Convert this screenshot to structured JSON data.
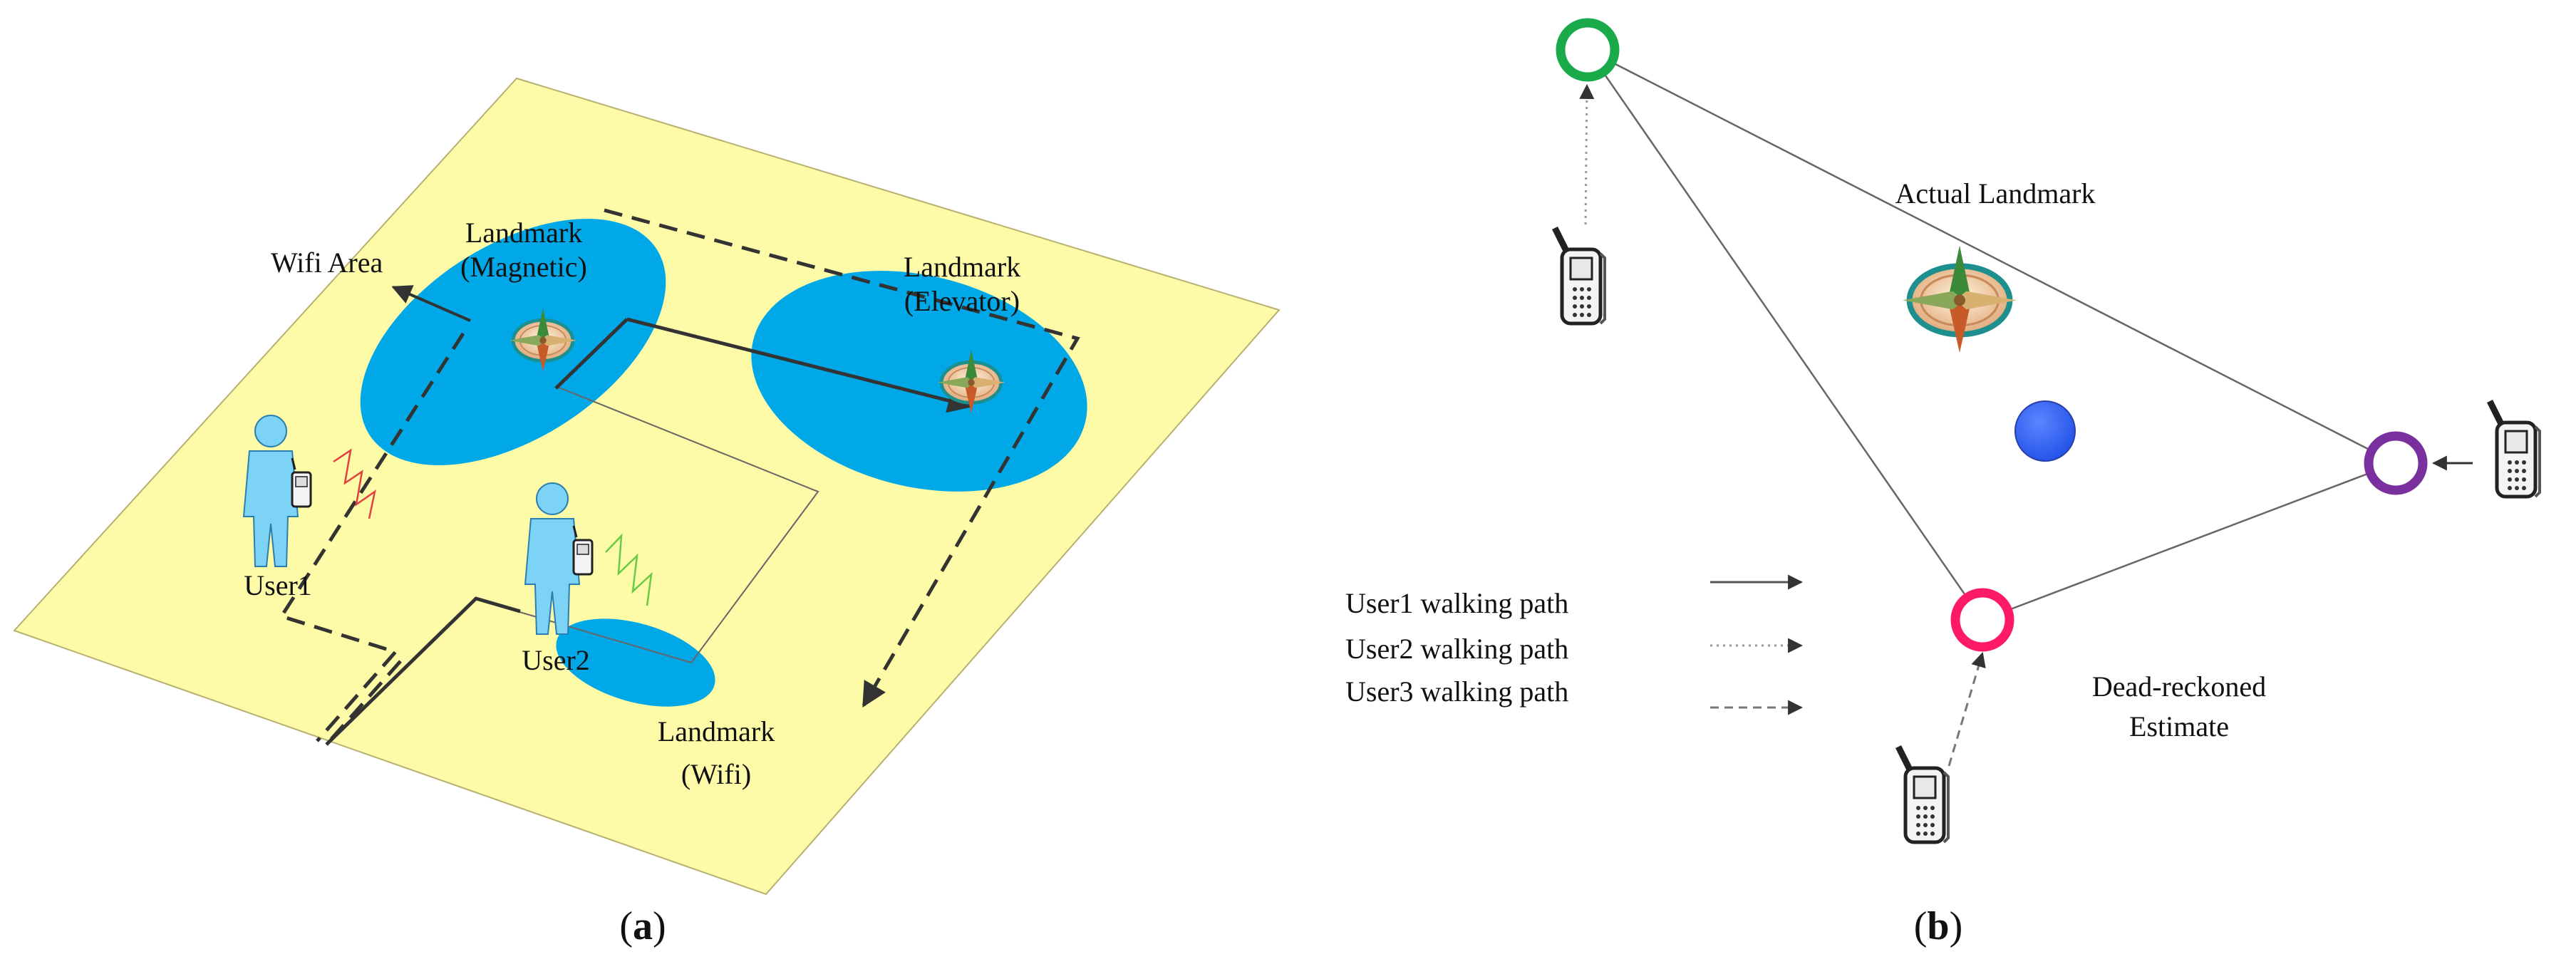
{
  "panel_a": {
    "caption_open": "(",
    "caption_letter": "a",
    "caption_close": ")",
    "labels": {
      "wifi_area": "Wifi Area",
      "landmark_magnetic_1": "Landmark",
      "landmark_magnetic_2": "(Magnetic)",
      "landmark_elevator_1": "Landmark",
      "landmark_elevator_2": "(Elevator)",
      "landmark_wifi_1": "Landmark",
      "landmark_wifi_2": "(Wifi)",
      "user1": "User1",
      "user2": "User2"
    }
  },
  "panel_b": {
    "caption_open": "(",
    "caption_letter": "b",
    "caption_close": ")",
    "labels": {
      "actual_landmark": "Actual Landmark",
      "dead_reckoned_1": "Dead-reckoned",
      "dead_reckoned_2": "Estimate"
    },
    "legend": [
      {
        "label": "User1 walking path",
        "style": "solid"
      },
      {
        "label": "User2 walking path",
        "style": "dotted"
      },
      {
        "label": "User3 walking path",
        "style": "dashed"
      }
    ]
  },
  "colors": {
    "floor": "#fdfaa8",
    "landmark_area": "#00a8e8",
    "user1_marker": "#1aaa4a",
    "user2_marker": "#7a2f9e",
    "user3_marker": "#ff1a66",
    "estimate_dot": "#3366ff",
    "person": "#7dd3f5"
  }
}
